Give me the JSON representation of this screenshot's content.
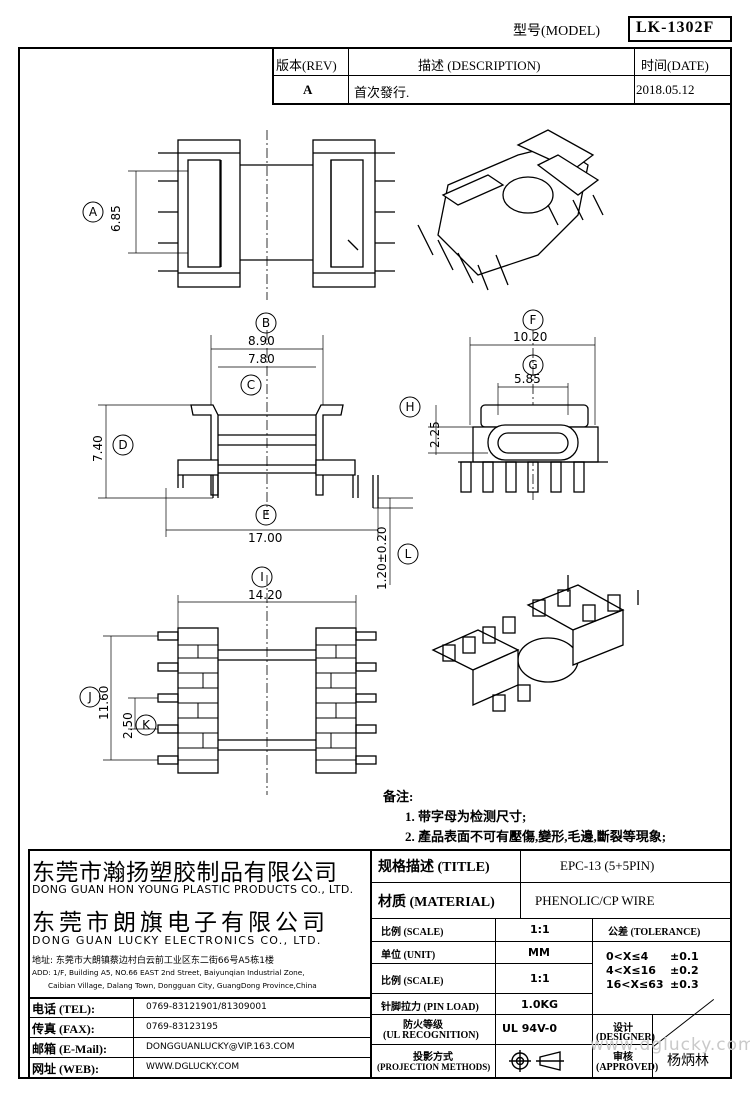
{
  "header": {
    "model_label": "型号(MODEL)",
    "model_value": "LK-1302F"
  },
  "revision": {
    "rev_label": "版本(REV)",
    "desc_label": "描述 (DESCRIPTION)",
    "date_label": "时间(DATE)",
    "rev_value": "A",
    "desc_value": "首次發行.",
    "date_value": "2018.05.12"
  },
  "drawing": {
    "dims": {
      "a": "6.85",
      "b": "8.90",
      "c": "7.80",
      "d": "7.40",
      "e": "17.00",
      "f": "10.20",
      "g": "5.85",
      "h": "2.25",
      "i": "14.20",
      "j": "11.60",
      "k": "2.50",
      "l": "1.20±0.20"
    },
    "markers": [
      "A",
      "B",
      "C",
      "D",
      "E",
      "F",
      "G",
      "H",
      "I",
      "J",
      "K",
      "L"
    ]
  },
  "notes": {
    "title": "备注:",
    "items": [
      "1. 带字母为检测尺寸;",
      "2. 產品表面不可有壓傷,變形,毛邊,斷裂等現象;"
    ]
  },
  "company": {
    "name_cn_1": "东莞市瀚扬塑胶制品有限公司",
    "name_en_1": "DONG GUAN HON YOUNG PLASTIC PRODUCTS CO., LTD.",
    "name_cn_2": "东莞市朗旗电子有限公司",
    "name_en_2": "DONG GUAN LUCKY ELECTRONICS CO., LTD.",
    "address_cn": "地址: 东莞市大朗镇蔡边村白云前工业区东二街66号A5栋1楼",
    "address_en_1": "ADD: 1/F, Building A5, NO.66 EAST 2nd Street, Baiyunqian Industrial Zone,",
    "address_en_2": "Caibian Village, Dalang Town, Dongguan City, GuangDong Province,China"
  },
  "contacts": [
    {
      "label": "电话 (TEL):",
      "value": "0769-83121901/81309001"
    },
    {
      "label": "传真 (FAX):",
      "value": "0769-83123195"
    },
    {
      "label": "邮箱 (E-Mail):",
      "value": "DONGGUANLUCKY@VIP.163.COM"
    },
    {
      "label": "网址 (WEB):",
      "value": "WWW.DGLUCKY.COM"
    }
  ],
  "spec": {
    "title_label": "规格描述 (TITLE)",
    "title_value": "EPC-13 (5+5PIN)",
    "material_label": "材质 (MATERIAL)",
    "material_value": "PHENOLIC/CP WIRE",
    "scale1_label": "比例 (SCALE)",
    "scale1_value": "1:1",
    "tolerance_label": "公差 (TOLERANCE)",
    "unit_label": "单位 (UNIT)",
    "unit_value": "MM",
    "scale2_label": "比例 (SCALE)",
    "scale2_value": "1:1",
    "tol_rows": [
      {
        "range": "0<X≤4",
        "value": "±0.1"
      },
      {
        "range": "4<X≤16",
        "value": "±0.2"
      },
      {
        "range": "16<X≤63",
        "value": "±0.3"
      }
    ],
    "pin_label": "针脚拉力 (PIN LOAD)",
    "pin_value": "1.0KG",
    "fire_label_1": "防火等级",
    "fire_label_2": "(UL RECOGNITION)",
    "fire_value": "UL 94V-0",
    "designer_label_1": "设计",
    "designer_label_2": "(DESIGNER)",
    "proj_label_1": "投影方式",
    "proj_label_2": "(PROJECTION METHODS)",
    "approved_label_1": "审核",
    "approved_label_2": "(APPROVED)",
    "approved_value": "杨炳林",
    "watermark": "www.dglucky.com"
  }
}
